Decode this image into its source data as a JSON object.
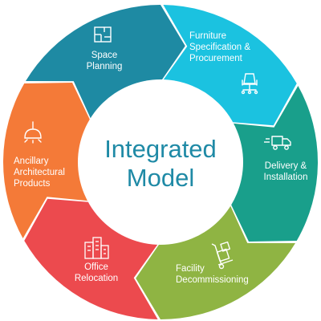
{
  "center": {
    "line1": "Integrated",
    "line2": "Model",
    "color": "#1f8aa6"
  },
  "segments": [
    {
      "id": "space-planning",
      "label": "Space\nPlanning",
      "color": "#1e8aa3",
      "icon": "floor-plan-icon"
    },
    {
      "id": "furniture",
      "label": "Furniture\nSpecification &\nProcurement",
      "color": "#1bc2e0",
      "icon": "office-chair-icon"
    },
    {
      "id": "delivery",
      "label": "Delivery &\nInstallation",
      "color": "#199f8b",
      "icon": "delivery-truck-icon"
    },
    {
      "id": "decommissioning",
      "label": "Facility\nDecommissioning",
      "color": "#8fb443",
      "icon": "hand-truck-icon"
    },
    {
      "id": "relocation",
      "label": "Office\nRelocation",
      "color": "#ec4a4e",
      "icon": "office-buildings-icon"
    },
    {
      "id": "ancillary",
      "label": "Ancillary\nArchitectural\nProducts",
      "color": "#f47a38",
      "icon": "pendant-lamp-icon"
    }
  ]
}
